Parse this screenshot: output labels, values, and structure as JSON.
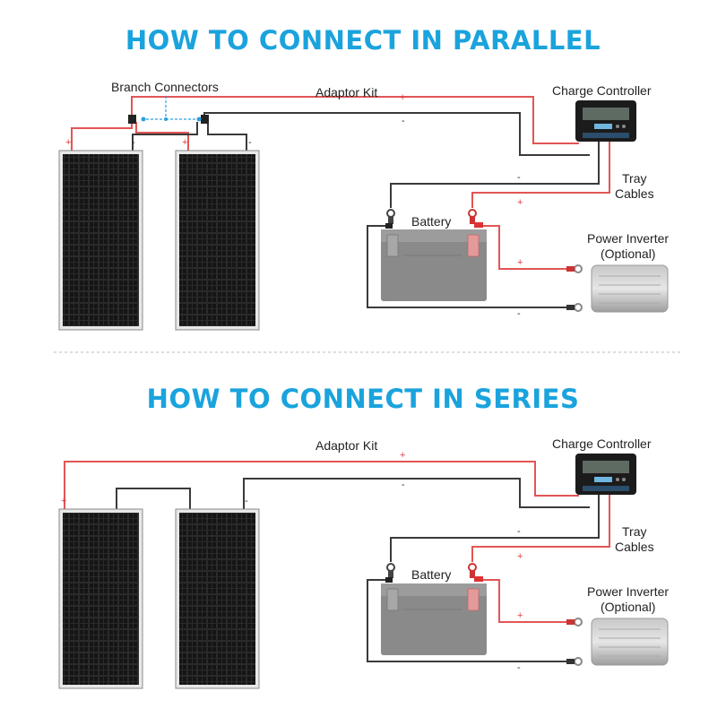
{
  "colors": {
    "heading": "#1aa3dd",
    "positive_wire": "#e25555",
    "negative_wire": "#3a3a3a",
    "branch_callout": "#2aa0e0",
    "divider": "#bbbbbb"
  },
  "parallel": {
    "title": "HOW TO CONNECT IN PARALLEL",
    "labels": {
      "branch_connectors": "Branch Connectors",
      "adaptor_kit": "Adaptor Kit",
      "charge_controller": "Charge Controller",
      "tray_cables_line1": "Tray",
      "tray_cables_line2": "Cables",
      "battery": "Battery",
      "power_inverter_line1": "Power Inverter",
      "power_inverter_line2": "(Optional)"
    },
    "signs": {
      "plus": "+",
      "minus": "-"
    }
  },
  "series": {
    "title": "HOW TO CONNECT IN SERIES",
    "labels": {
      "adaptor_kit": "Adaptor Kit",
      "charge_controller": "Charge Controller",
      "tray_cables_line1": "Tray",
      "tray_cables_line2": "Cables",
      "battery": "Battery",
      "power_inverter_line1": "Power Inverter",
      "power_inverter_line2": "(Optional)"
    },
    "signs": {
      "plus": "+",
      "minus": "-"
    }
  },
  "icons": {
    "solar_panel": "solar-panel-icon",
    "charge_controller": "charge-controller-icon",
    "battery": "battery-icon",
    "power_inverter": "power-inverter-icon",
    "ring_terminal": "ring-terminal-icon",
    "branch_connector": "branch-connector-icon"
  }
}
